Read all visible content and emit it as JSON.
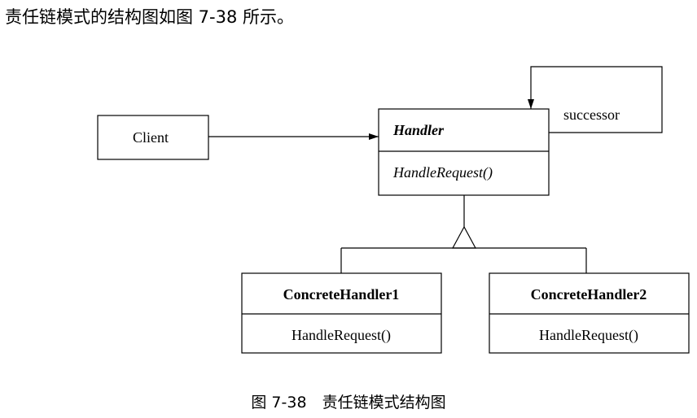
{
  "intro_text": "责任链模式的结构图如图 7-38 所示。",
  "diagram": {
    "client_label": "Client",
    "handler": {
      "name": "Handler",
      "method": "HandleRequest()"
    },
    "successor_label": "successor",
    "concrete_handler_1": {
      "name": "ConcreteHandler1",
      "method": "HandleRequest()"
    },
    "concrete_handler_2": {
      "name": "ConcreteHandler2",
      "method": "HandleRequest()"
    }
  },
  "caption": {
    "number": "图 7-38",
    "title": "责任链模式结构图"
  }
}
